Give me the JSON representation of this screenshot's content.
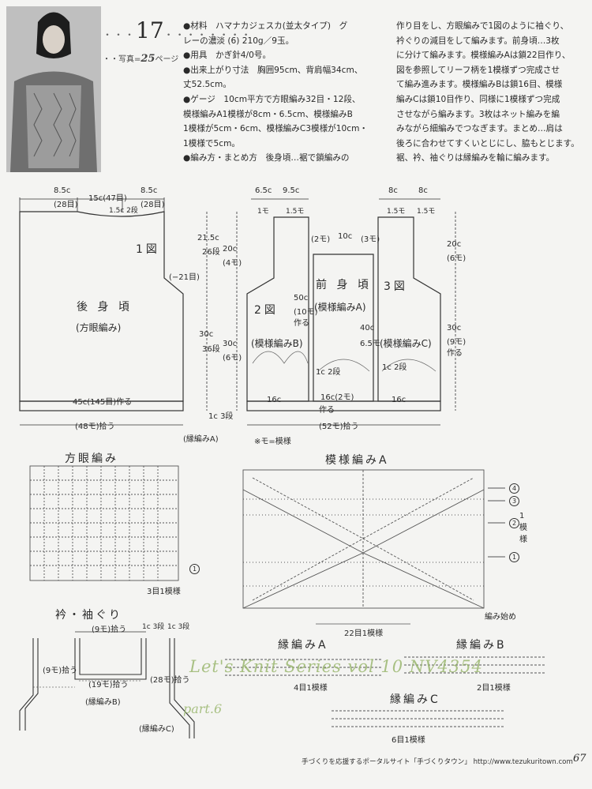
{
  "pattern": {
    "number": "17",
    "photo_ref_prefix": "写真=",
    "photo_ref_page": "25",
    "photo_ref_suffix": "ページ"
  },
  "instructions_col1": [
    "●材料　ハマナカジェスカ(並太タイプ)　グ",
    "レーの濃淡 (6) 210g／9玉。",
    "●用具　かぎ針4/0号。",
    "●出来上がり寸法　胸囲95cm、背肩幅34cm、",
    "丈52.5cm。",
    "●ゲージ　10cm平方で方眼編み32目・12段、",
    "模様編みA1模様が8cm・6.5cm、模様編みB",
    "1模様が5cm・6cm、模様編みC3模様が10cm・",
    "1模様で5cm。",
    "●編み方・まとめ方　後身頃…裾で鎖編みの"
  ],
  "instructions_col2": [
    "作り目をし、方眼編みで1図のように袖ぐり、",
    "衿ぐりの減目をして編みます。前身頃…3枚",
    "に分けて編みます。模様編みAは鎖22目作り、",
    "図を参照してリーフ柄を1模様ずつ完成させ",
    "て編み進みます。模様編みBは鎖16目、模様",
    "編みCは鎖10目作り、同様に1模様ずつ完成",
    "させながら編みます。3枚はネット編みを編",
    "みながら細編みでつなぎます。まとめ…肩は",
    "後ろに合わせてすくいとじにし、脇もとじます。",
    "裾、衿、袖ぐりは縁編みを輪に編みます。"
  ],
  "back": {
    "fig": "1図",
    "name": "後 身 頃",
    "stitch": "(方眼編み)",
    "top_left": "8.5c",
    "top_left_st": "(28目)",
    "top_mid": "15c(47目)",
    "top_right": "8.5c",
    "top_right_st": "(28目)",
    "neck": "1.5c",
    "neck_rows": "2段",
    "minus": "(−21目)",
    "bottom": "45c(145目)作る",
    "pick": "(48モ)拾う",
    "h1": "21.5c",
    "h1_rows": "26段",
    "h2": "20c",
    "h2_m": "(4モ)",
    "h3": "30c",
    "h3_rows": "36段",
    "h4": "30c",
    "h4_m": "(6モ)",
    "edge": "1c",
    "edge_rows": "3段",
    "edge_name": "(縁編みA)"
  },
  "front": {
    "fig2": "2図",
    "fig3": "3図",
    "name": "前 身 頃",
    "stitch_a": "(模様編みA)",
    "stitch_b": "(模様編みB)",
    "stitch_c": "(模様編みC)",
    "w1": "6.5c",
    "w1m": "1モ",
    "w2": "9.5c",
    "w2m": "1.5モ",
    "w3": "8c",
    "w3m": "1.5モ",
    "w4": "8c",
    "w4m": "1.5モ",
    "s2m": "(2モ)",
    "s10": "10c",
    "s3m": "(3モ)",
    "r20": "20c",
    "r6m": "(6モ)",
    "r30": "30c",
    "r9m": "(9モ)",
    "r_make": "作る",
    "m50": "50c",
    "m10": "(10モ)",
    "m_make": "作る",
    "m40": "40c",
    "m65": "6.5モ",
    "c1": "1c",
    "c1r": "2段",
    "c2": "1c",
    "c2r": "2段",
    "b16l": "16c",
    "b16m": "16c(2モ)",
    "b16r": "16c",
    "b_make": "作る",
    "pick": "(52モ)拾う",
    "note": "※モ=模様"
  },
  "stitch_titles": {
    "grid": "方眼編み",
    "grid_rep": "3目1模様",
    "pattern_a": "模様編みA",
    "pattern_a_rep": "22目1模様",
    "pattern_a_start": "編み始め",
    "pattern_a_side": "1模様",
    "edge_a": "縁編みA",
    "edge_a_rep": "4目1模様",
    "edge_b": "縁編みB",
    "edge_b_rep": "2目1模様",
    "edge_c": "縁編みC",
    "edge_c_rep": "6目1模様"
  },
  "collar": {
    "title": "衿・袖ぐり",
    "top": "(9モ)拾う",
    "s1": "1c",
    "s1r": "3段",
    "s2": "1c",
    "s2r": "3段",
    "left": "(9モ)拾う",
    "mid": "(19モ)拾う",
    "right": "(28モ)拾う",
    "edge_b": "(縁編みB)",
    "edge_c": "(縁編みC)"
  },
  "watermark": {
    "line1": "Let's Knit Series vol 10 NV4354",
    "line2": "part.6"
  },
  "footer": {
    "text": "手づくりを応援するポータルサイト「手づくりタウン」 http://www.tezukuritown.com",
    "page": "67"
  }
}
